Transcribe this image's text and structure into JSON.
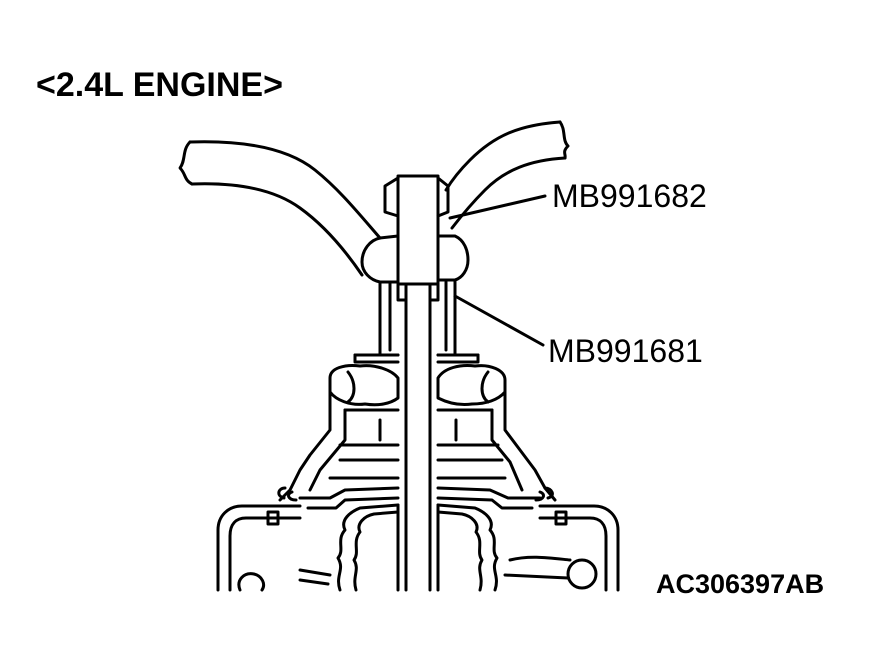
{
  "title": "<2.4L ENGINE>",
  "callouts": [
    {
      "label": "MB991682"
    },
    {
      "label": "MB991681"
    }
  ],
  "figure_id": "AC306397AB"
}
